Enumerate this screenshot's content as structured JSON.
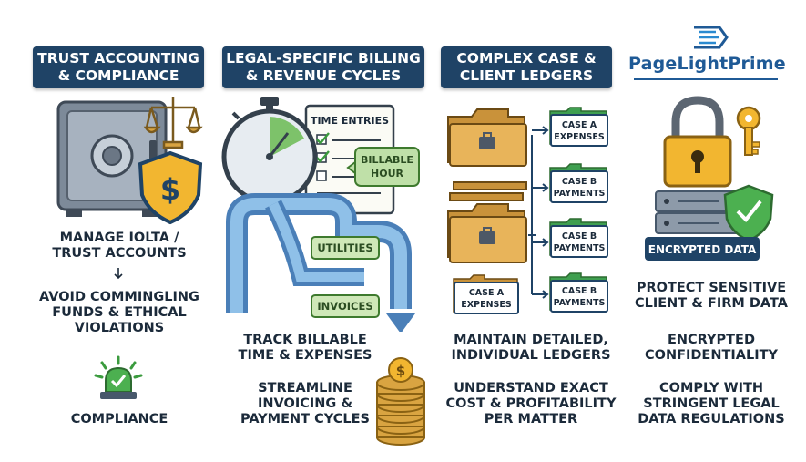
{
  "brand": {
    "name": "PageLightPrime",
    "colors": {
      "primary": "#1f5a96",
      "accent": "#2a8ad0"
    }
  },
  "columns": [
    {
      "header": [
        "TRUST ACCOUNTING",
        "& COMPLIANCE"
      ],
      "items": [
        [
          "MANAGE IOLTA /",
          "TRUST ACCOUNTS"
        ],
        [
          "AVOID COMMINGLING",
          "FUNDS & ETHICAL",
          "VIOLATIONS"
        ],
        [
          "COMPLIANCE"
        ]
      ],
      "icons": [
        "safe-icon",
        "scales-of-justice-icon",
        "dollar-shield-icon",
        "alarm-light-icon"
      ]
    },
    {
      "header": [
        "LEGAL-SPECIFIC BILLING",
        "& REVENUE CYCLES"
      ],
      "illustration": {
        "doc_title": "TIME ENTRIES",
        "badge": [
          "BILLABLE",
          "HOUR"
        ],
        "pipe_labels": [
          "UTILITIES",
          "INVOICES"
        ],
        "coin_symbol": "$"
      },
      "items": [
        [
          "TRACK BILLABLE",
          "TIME & EXPENSES"
        ],
        [
          "STREAMLINE",
          "INVOICING &",
          "PAYMENT CYCLES"
        ]
      ],
      "icons": [
        "stopwatch-icon",
        "checklist-icon",
        "pipe-icon",
        "coin-stack-icon"
      ]
    },
    {
      "header": [
        "COMPLEX CASE &",
        "CLIENT LEDGERS"
      ],
      "illustration": {
        "folders": [
          [
            "CASE A",
            "EXPENSES"
          ],
          [
            "CASE B",
            "PAYMENTS"
          ],
          [
            "CASE B",
            "PAYMENTS"
          ],
          [
            "CASE B",
            "PAYMENTS"
          ],
          [
            "CASE A",
            "EXPENSES"
          ]
        ]
      },
      "items": [
        [
          "MAINTAIN DETAILED,",
          "INDIVIDUAL LEDGERS"
        ],
        [
          "UNDERSTAND EXACT",
          "COST & PROFITABILITY",
          "PER MATTER"
        ]
      ],
      "icons": [
        "folder-icon",
        "briefcase-icon"
      ]
    },
    {
      "header": [],
      "illustration": {
        "label": "ENCRYPTED DATA"
      },
      "items": [
        [
          "PROTECT SENSITIVE",
          "CLIENT & FIRM DATA"
        ],
        [
          "ENCRYPTED",
          "CONFIDENTIALITY"
        ],
        [
          "COMPLY WITH",
          "STRINGENT LEGAL",
          "DATA REGULATIONS"
        ]
      ],
      "icons": [
        "padlock-icon",
        "key-icon",
        "server-icon",
        "check-shield-icon"
      ]
    }
  ]
}
